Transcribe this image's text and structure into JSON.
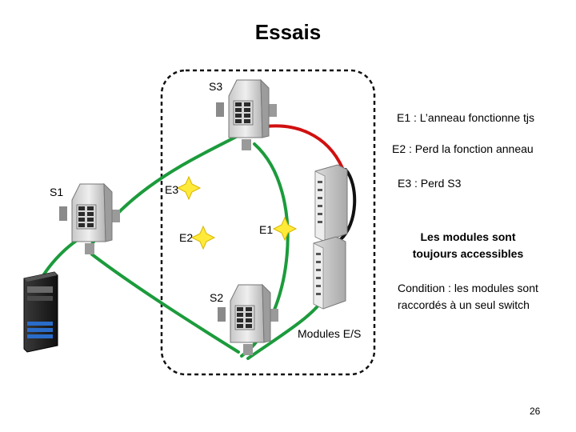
{
  "title": "Essais",
  "nodes": {
    "s3": "S3",
    "s1": "S1",
    "s2": "S2",
    "modules": "Modules E/S"
  },
  "faults": {
    "e1": "E1",
    "e2": "E2",
    "e3": "E3"
  },
  "notes": {
    "e1": "E1 : L’anneau fonctionne tjs",
    "e2": "E2 : Perd la fonction anneau",
    "e3": "E3 : Perd S3",
    "accessible": "Les modules sont toujours accessibles",
    "condition": "Condition : les modules sont raccordés à un seul switch"
  },
  "page_number": "26",
  "colors": {
    "ring": "#1c9b3c",
    "red_link": "#d01010",
    "black_link": "#111111",
    "fault_star": "#ffea3a"
  }
}
